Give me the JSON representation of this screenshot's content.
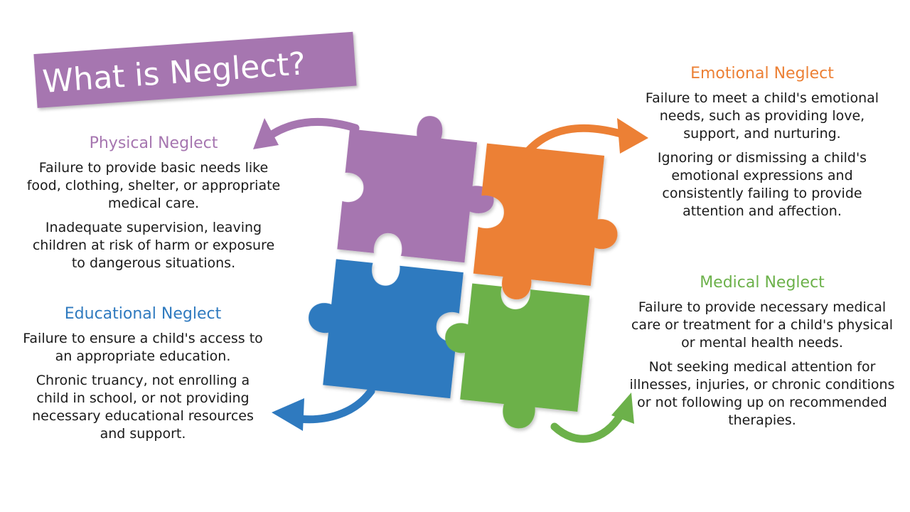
{
  "title": "What is Neglect?",
  "colors": {
    "purple": "#a676b0",
    "orange": "#ec8035",
    "blue": "#2f7abf",
    "green": "#6cb14a"
  },
  "sections": {
    "physical": {
      "heading": "Physical Neglect",
      "paragraphs": [
        "Failure to provide basic needs like food, clothing, shelter, or appropriate medical care.",
        "Inadequate supervision, leaving children at risk of harm or exposure to dangerous situations."
      ]
    },
    "educational": {
      "heading": "Educational Neglect",
      "paragraphs": [
        "Failure to ensure a child's access to an appropriate education.",
        "Chronic truancy, not enrolling a child in school, or not providing necessary educational resources and support."
      ]
    },
    "emotional": {
      "heading": "Emotional Neglect",
      "paragraphs": [
        "Failure to meet a child's emotional needs, such as providing love, support, and nurturing.",
        "Ignoring or dismissing a child's emotional expressions and consistently failing to provide attention and affection."
      ]
    },
    "medical": {
      "heading": "Medical Neglect",
      "paragraphs": [
        "Failure to provide necessary medical care or treatment for a child's physical or mental health needs.",
        "Not seeking medical attention for illnesses, injuries, or chronic conditions or not following up on recommended therapies."
      ]
    }
  },
  "icons": [
    "puzzle-piece-icon",
    "curved-arrow-icon"
  ]
}
